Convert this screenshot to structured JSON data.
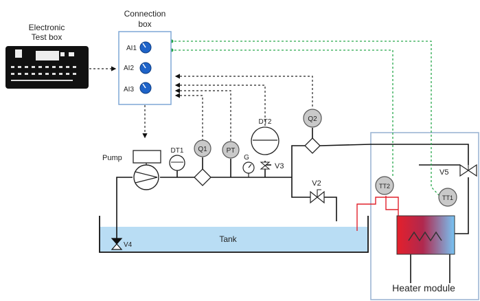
{
  "labels": {
    "electronic_test_box": [
      "Electronic",
      "Test box"
    ],
    "connection_box": [
      "Connection",
      "box"
    ],
    "ai1": "AI1",
    "ai2": "AI2",
    "ai3": "AI3",
    "pump": "Pump",
    "dt1": "DT1",
    "dt2": "DT2",
    "q1": "Q1",
    "q2": "Q2",
    "pt": "PT",
    "g": "G",
    "v2": "V2",
    "v3": "V3",
    "v4": "V4",
    "v5": "V5",
    "tt1": "TT1",
    "tt2": "TT2",
    "tank": "Tank",
    "heater_module": "Heater module"
  },
  "colors": {
    "tank_water": "#b9ddf4",
    "connection_box_border": "#7fa7d6",
    "heater_enclosure_border": "#9db6d3",
    "heater_hot": "#e4202b",
    "heater_cold": "#77c4f4",
    "signal_green": "#27a84a",
    "knob_blue": "#1e63c8"
  }
}
